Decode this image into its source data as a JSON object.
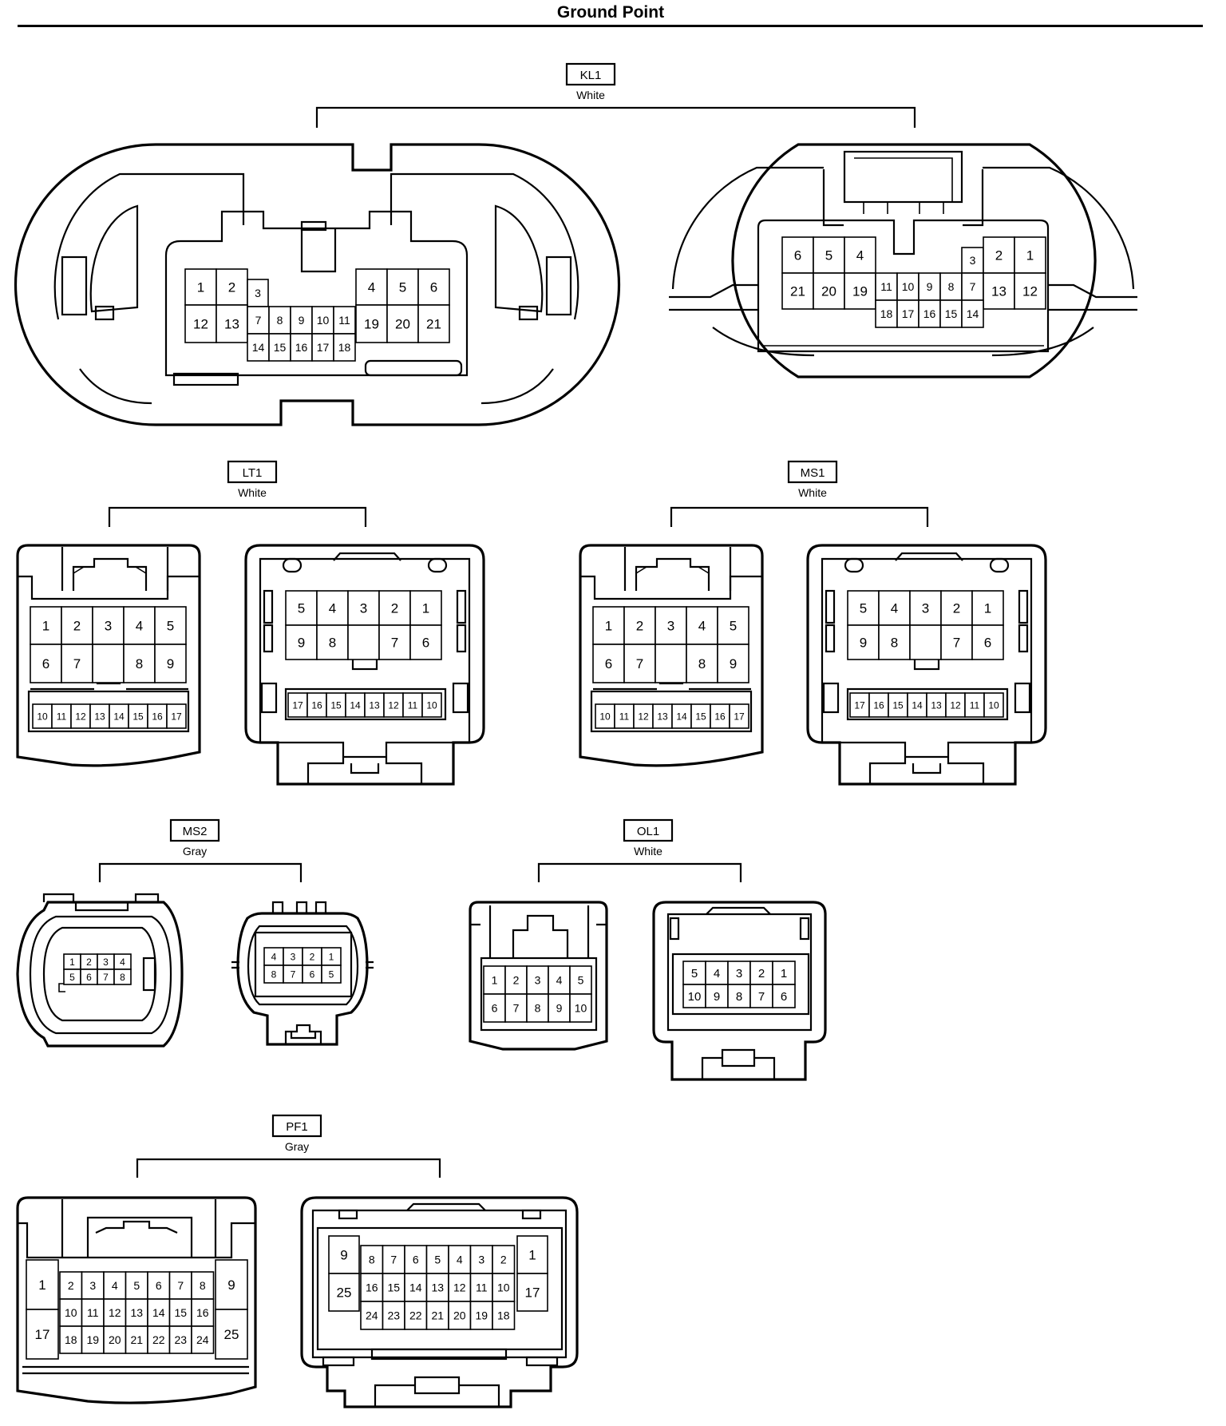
{
  "title": "Ground Point",
  "connectors": [
    {
      "code": "KL1",
      "color": "White",
      "halves": [
        {
          "rows": [
            [
              "1",
              "2",
              "3",
              "",
              "",
              "",
              "",
              "",
              "4",
              "5",
              "6"
            ],
            [
              "12",
              "13",
              "7",
              "8",
              "9",
              "10",
              "11",
              "19",
              "20",
              "21"
            ],
            [
              "14",
              "15",
              "16",
              "17",
              "18"
            ]
          ]
        },
        {
          "rows": [
            [
              "6",
              "5",
              "4",
              "3",
              "2",
              "1"
            ],
            [
              "21",
              "20",
              "19",
              "11",
              "10",
              "9",
              "8",
              "7",
              "13",
              "12"
            ],
            [
              "18",
              "17",
              "16",
              "15",
              "14"
            ]
          ]
        }
      ]
    },
    {
      "code": "LT1",
      "color": "White",
      "halves": [
        {
          "rows": [
            [
              "1",
              "2",
              "3",
              "4",
              "5"
            ],
            [
              "6",
              "7",
              "",
              "8",
              "9"
            ],
            [
              "10",
              "11",
              "12",
              "13",
              "14",
              "15",
              "16",
              "17"
            ]
          ]
        },
        {
          "rows": [
            [
              "5",
              "4",
              "3",
              "2",
              "1"
            ],
            [
              "9",
              "8",
              "",
              "7",
              "6"
            ],
            [
              "17",
              "16",
              "15",
              "14",
              "13",
              "12",
              "11",
              "10"
            ]
          ]
        }
      ]
    },
    {
      "code": "MS1",
      "color": "White",
      "halves": [
        {
          "rows": [
            [
              "1",
              "2",
              "3",
              "4",
              "5"
            ],
            [
              "6",
              "7",
              "",
              "8",
              "9"
            ],
            [
              "10",
              "11",
              "12",
              "13",
              "14",
              "15",
              "16",
              "17"
            ]
          ]
        },
        {
          "rows": [
            [
              "5",
              "4",
              "3",
              "2",
              "1"
            ],
            [
              "9",
              "8",
              "",
              "7",
              "6"
            ],
            [
              "17",
              "16",
              "15",
              "14",
              "13",
              "12",
              "11",
              "10"
            ]
          ]
        }
      ]
    },
    {
      "code": "MS2",
      "color": "Gray",
      "halves": [
        {
          "rows": [
            [
              "1",
              "2",
              "3",
              "4"
            ],
            [
              "5",
              "6",
              "7",
              "8"
            ]
          ]
        },
        {
          "rows": [
            [
              "4",
              "3",
              "2",
              "1"
            ],
            [
              "8",
              "7",
              "6",
              "5"
            ]
          ]
        }
      ]
    },
    {
      "code": "OL1",
      "color": "White",
      "halves": [
        {
          "rows": [
            [
              "1",
              "2",
              "3",
              "4",
              "5"
            ],
            [
              "6",
              "7",
              "8",
              "9",
              "10"
            ]
          ]
        },
        {
          "rows": [
            [
              "5",
              "4",
              "3",
              "2",
              "1"
            ],
            [
              "10",
              "9",
              "8",
              "7",
              "6"
            ]
          ]
        }
      ]
    },
    {
      "code": "PF1",
      "color": "Gray",
      "halves": [
        {
          "side_left": [
            "1",
            "17"
          ],
          "rows": [
            [
              "2",
              "3",
              "4",
              "5",
              "6",
              "7",
              "8"
            ],
            [
              "10",
              "11",
              "12",
              "13",
              "14",
              "15",
              "16"
            ],
            [
              "18",
              "19",
              "20",
              "21",
              "22",
              "23",
              "24"
            ]
          ],
          "side_right": [
            "9",
            "25"
          ]
        },
        {
          "side_left": [
            "9",
            "25"
          ],
          "rows": [
            [
              "8",
              "7",
              "6",
              "5",
              "4",
              "3",
              "2"
            ],
            [
              "16",
              "15",
              "14",
              "13",
              "12",
              "11",
              "10"
            ],
            [
              "24",
              "23",
              "22",
              "21",
              "20",
              "19",
              "18"
            ]
          ],
          "side_right": [
            "1",
            "17"
          ]
        }
      ]
    }
  ]
}
